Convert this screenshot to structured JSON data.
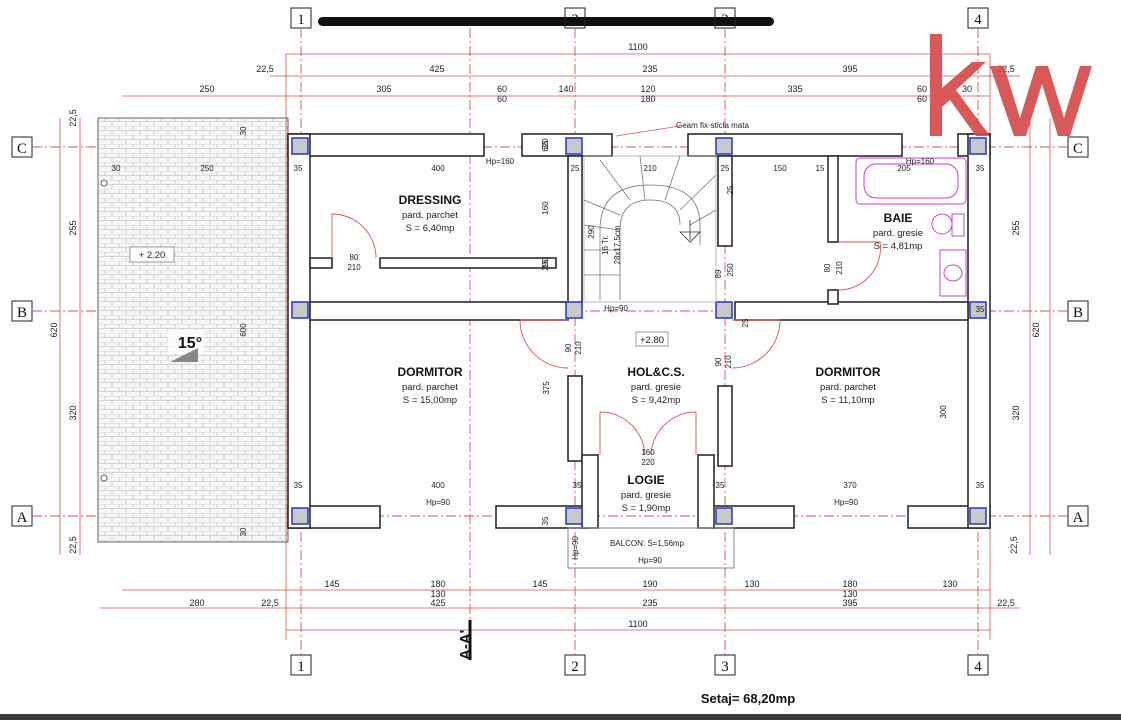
{
  "drawing": {
    "logo_text": "kw",
    "total_area": "Setaj= 68,20mp",
    "section_mark": "A-A'",
    "grid_cols": [
      "1",
      "2",
      "2",
      "4"
    ],
    "grid_cols_bottom": [
      "1",
      "2",
      "3",
      "4"
    ],
    "grid_rows": [
      "C",
      "B",
      "A"
    ],
    "total_width": "1100",
    "top_dims": [
      "22,5",
      "425",
      "235",
      "395",
      "22,5"
    ],
    "top_subdims": [
      "250",
      "305",
      "60",
      "60",
      "140",
      "120",
      "180",
      "335",
      "60",
      "60",
      "30"
    ],
    "bottom_dims": [
      "145",
      "180",
      "130",
      "145",
      "190",
      "130",
      "180",
      "130",
      "130"
    ],
    "bottom_dims2": [
      "280",
      "22,5",
      "425",
      "235",
      "395",
      "22,5"
    ],
    "left_dims": [
      "22,5",
      "255",
      "620",
      "320",
      "22,5"
    ],
    "right_dims": [
      "22,5",
      "255",
      "620",
      "320",
      "22,5"
    ],
    "interior_dims": [
      "30",
      "250",
      "30",
      "30",
      "400",
      "35",
      "35",
      "25",
      "210",
      "25",
      "150",
      "15",
      "205",
      "35",
      "160",
      "15",
      "250",
      "89",
      "25",
      "375",
      "90",
      "210",
      "90",
      "210",
      "300",
      "400",
      "370",
      "35",
      "35",
      "35",
      "35",
      "35",
      "35",
      "80",
      "210",
      "80",
      "210",
      "160",
      "220",
      "600",
      "620",
      "290",
      "25"
    ],
    "stair_text": [
      "16 Tr.",
      "28x17,5cm"
    ],
    "stair_height": "290",
    "window_note": "Geam fix-sticla mata",
    "hp_labels": [
      "Hp=160",
      "Hp=160",
      "Hp=90",
      "Hp=90",
      "Hp=90",
      "Hp=90",
      "Hp=90"
    ],
    "levels": [
      "+ 2.20",
      "+2.80"
    ],
    "roof_slope": "15°",
    "rooms": [
      {
        "name": "DRESSING",
        "finish": "pard. parchet",
        "area": "S = 6,40mp"
      },
      {
        "name": "BAIE",
        "finish": "pard. gresie",
        "area": "S = 4,81mp"
      },
      {
        "name": "DORMITOR",
        "finish": "pard. parchet",
        "area": "S = 15,00mp"
      },
      {
        "name": "HOL&C.S.",
        "finish": "pard. gresie",
        "area": "S = 9,42mp"
      },
      {
        "name": "DORMITOR",
        "finish": "pard. parchet",
        "area": "S = 11,10mp"
      },
      {
        "name": "LOGIE",
        "finish": "pard. gresie",
        "area": "S = 1,90mp"
      }
    ],
    "balcony": "BALCON: S=1,56mp",
    "colors": {
      "walls": "#2b2b2b",
      "dimension": "#d9534f",
      "columns": "#3140c8",
      "sanitary": "#c840c8",
      "logo": "#d64a4a"
    }
  }
}
